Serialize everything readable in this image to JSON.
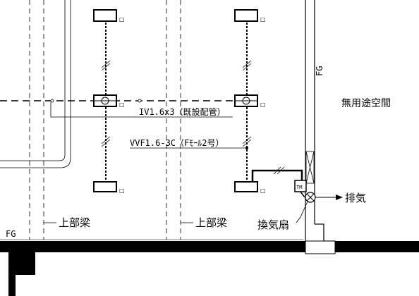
{
  "labels": {
    "room": "無用途空間",
    "fg_wall": "FG",
    "fg_floor": "FG",
    "beam_left": "上部梁",
    "beam_right": "上部梁",
    "fan": "換気扇",
    "exhaust": "排気",
    "iv_cable": "IV1.6x3（既設配管）",
    "vvf_cable": "VVF1.6-3C（Fﾓｰﾙ2号）",
    "timer": "TM",
    "fixture_mark": "□"
  }
}
